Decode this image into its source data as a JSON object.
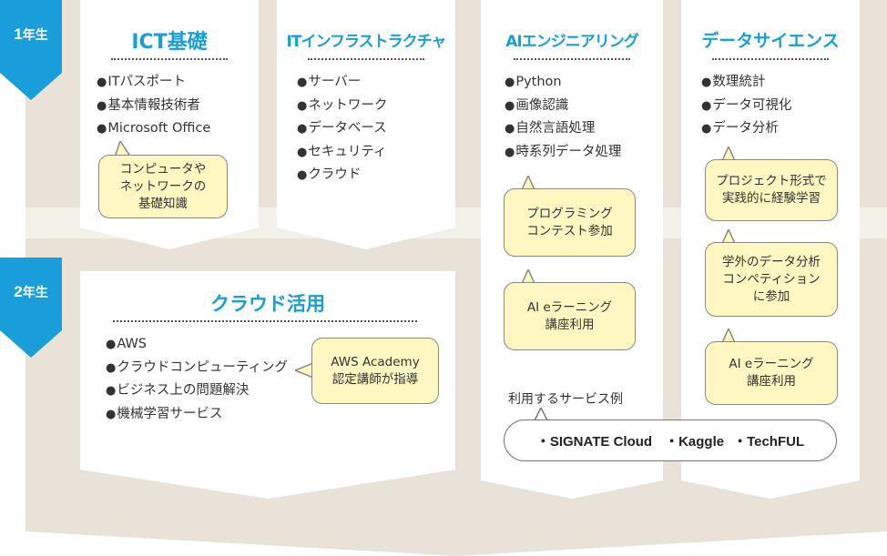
{
  "years": {
    "first": {
      "num": "1",
      "suffix": "年生"
    },
    "second": {
      "num": "2",
      "suffix": "年生"
    }
  },
  "colors": {
    "accent": "#1a9ed9",
    "band": "#e8e2d8",
    "bubble": "#fff7c2"
  },
  "cards": {
    "ict": {
      "title": "ICT基礎",
      "items": [
        "ITパスポート",
        "基本情報技術者",
        "Microsoft Office"
      ],
      "bubble": [
        "コンピュータや",
        "ネットワークの",
        "基礎知識"
      ]
    },
    "infra": {
      "title": "ITインフラストラクチャ",
      "items": [
        "サーバー",
        "ネットワーク",
        "データベース",
        "セキュリティ",
        "クラウド"
      ]
    },
    "ai": {
      "title": "AIエンジニアリング",
      "items": [
        "Python",
        "画像認識",
        "自然言語処理",
        "時系列データ処理"
      ],
      "bubble1": [
        "プログラミング",
        "コンテスト参加"
      ],
      "bubble2": [
        "AI eラーニング",
        "講座利用"
      ]
    },
    "ds": {
      "title": "データサイエンス",
      "items": [
        "数理統計",
        "データ可視化",
        "データ分析"
      ],
      "bubble1": [
        "プロジェクト形式で",
        "実践的に経験学習"
      ],
      "bubble2": [
        "学外のデータ分析",
        "コンペティション",
        "に参加"
      ],
      "bubble3": [
        "AI eラーニング",
        "講座利用"
      ]
    },
    "cloud": {
      "title": "クラウド活用",
      "items": [
        "AWS",
        "クラウドコンピューティング",
        "ビジネス上の問題解決",
        "機械学習サービス"
      ],
      "bubble": [
        "AWS Academy",
        "認定講師が指導"
      ]
    }
  },
  "services": {
    "label": "利用するサービス例",
    "items": [
      "・SIGNATE Cloud",
      "・Kaggle",
      "・TechFUL"
    ]
  }
}
